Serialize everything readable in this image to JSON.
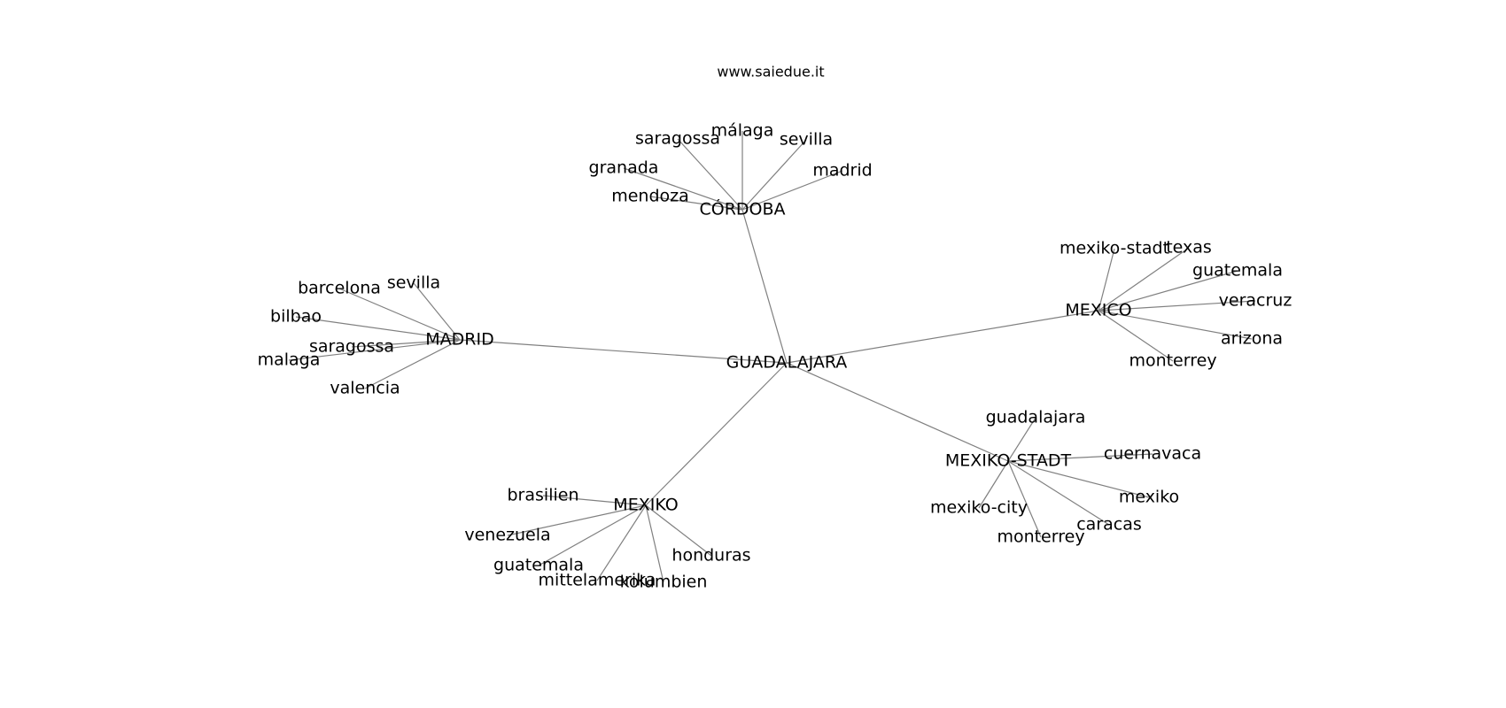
{
  "source_text": "www.saiedue.it",
  "graph": {
    "center": "GUADALAJARA",
    "hubs": [
      {
        "id": "cordoba",
        "label": "CÓRDOBA",
        "leaves": [
          "saragossa",
          "málaga",
          "sevilla",
          "granada",
          "madrid",
          "mendoza"
        ]
      },
      {
        "id": "madrid",
        "label": "MADRID",
        "leaves": [
          "barcelona",
          "sevilla",
          "bilbao",
          "saragossa",
          "malaga",
          "valencia"
        ]
      },
      {
        "id": "mexico",
        "label": "MEXICO",
        "leaves": [
          "mexiko-stadt",
          "texas",
          "guatemala",
          "veracruz",
          "arizona",
          "monterrey"
        ]
      },
      {
        "id": "mexiko-stadt",
        "label": "MEXIKO-STADT",
        "leaves": [
          "guadalajara",
          "cuernavaca",
          "mexiko",
          "caracas",
          "monterrey",
          "mexiko-city"
        ]
      },
      {
        "id": "mexiko",
        "label": "MEXIKO",
        "leaves": [
          "brasilien",
          "venezuela",
          "guatemala",
          "mittelamerika",
          "kolumbien",
          "honduras"
        ]
      }
    ]
  }
}
